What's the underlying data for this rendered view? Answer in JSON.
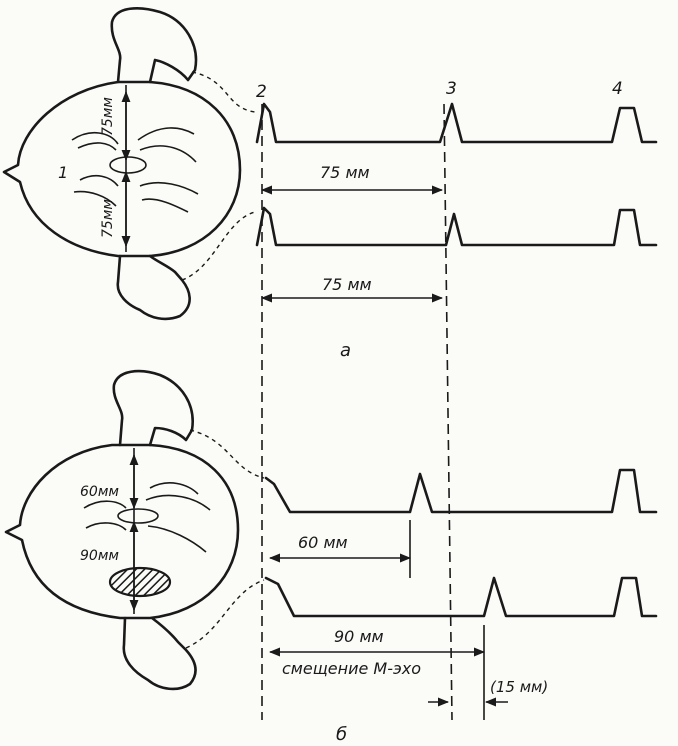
{
  "labels": {
    "peak_2": "2",
    "peak_3": "3",
    "peak_4": "4",
    "midline_1": "1",
    "panel_a": "а",
    "panel_b": "б"
  },
  "panel_a": {
    "head_top_mm": "75мм",
    "head_bottom_mm": "75мм",
    "trace1_distance": "75 мм",
    "trace2_distance": "75 мм"
  },
  "panel_b": {
    "head_top_mm": "60мм",
    "head_bottom_mm": "90мм",
    "trace1_distance": "60 мм",
    "trace2_distance": "90 мм",
    "shift_label": "смещение М-эхо",
    "shift_value": "(15 мм)"
  }
}
